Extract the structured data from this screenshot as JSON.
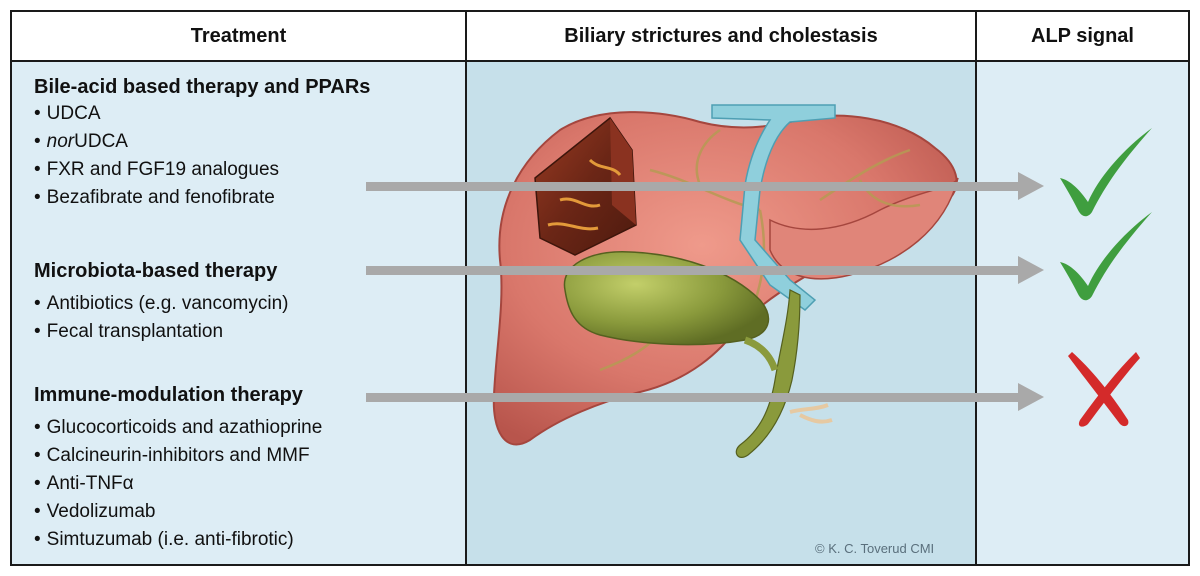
{
  "headers": {
    "treatment": "Treatment",
    "center": "Biliary strictures and cholestasis",
    "alp": "ALP signal"
  },
  "groups": [
    {
      "title": "Bile-acid based therapy and PPARs",
      "items": [
        {
          "prefix": "",
          "italic": "",
          "text": "UDCA"
        },
        {
          "prefix": "",
          "italic": "nor",
          "text": "UDCA"
        },
        {
          "prefix": "",
          "italic": "",
          "text": "FXR and FGF19 analogues"
        },
        {
          "prefix": "",
          "italic": "",
          "text": "Bezafibrate and fenofibrate"
        }
      ],
      "alp_signal": "check"
    },
    {
      "title": "Microbiota-based therapy",
      "items": [
        {
          "prefix": "",
          "italic": "",
          "text": "Antibiotics (e.g. vancomycin)"
        },
        {
          "prefix": "",
          "italic": "",
          "text": "Fecal transplantation"
        }
      ],
      "alp_signal": "check"
    },
    {
      "title": "Immune-modulation therapy",
      "items": [
        {
          "prefix": "",
          "italic": "",
          "text": "Glucocorticoids and azathioprine"
        },
        {
          "prefix": "",
          "italic": "",
          "text": "Calcineurin-inhibitors and MMF"
        },
        {
          "prefix": "",
          "italic": "",
          "text": "Anti-TNFα"
        },
        {
          "prefix": "",
          "italic": "",
          "text": "Vedolizumab"
        },
        {
          "prefix": "",
          "italic": "",
          "text": "Simtuzumab (i.e. anti-fibrotic)"
        }
      ],
      "alp_signal": "cross"
    }
  ],
  "bullet": "•",
  "credit": "© K. C. Toverud CMI",
  "colors": {
    "left_panel": "#ddedf5",
    "center_panel": "#c6e0ea",
    "right_panel": "#ddedf5",
    "arrow": "#a9a9a9",
    "check": "#3f9e3f",
    "cross": "#d42a2a",
    "liver": "#d9776b",
    "gallbladder": "#8a9a3c"
  },
  "icons": [
    "liver-illustration",
    "check-icon",
    "cross-icon",
    "arrow-icon"
  ]
}
